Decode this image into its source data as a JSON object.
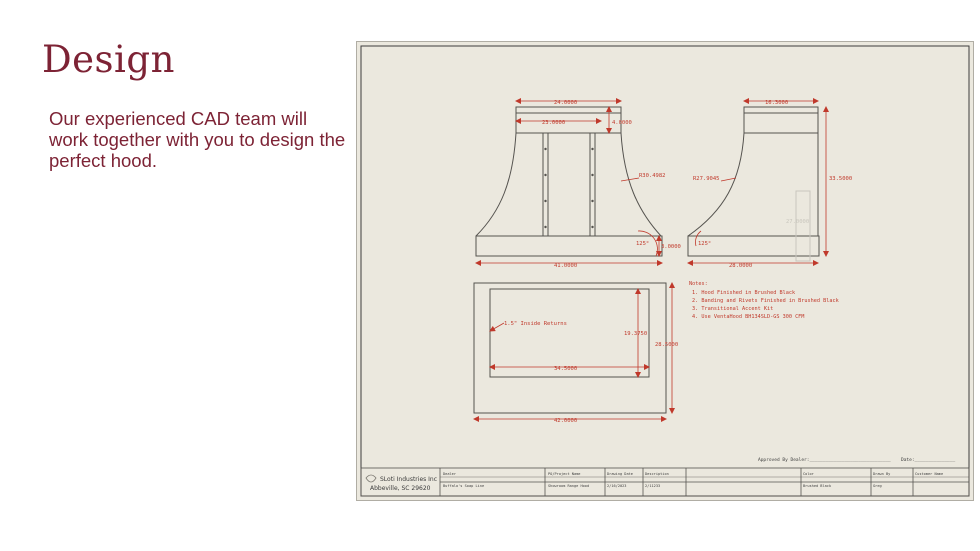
{
  "slide": {
    "title": "Design",
    "body": "Our experienced CAD team will work together with you to design the perfect hood."
  },
  "drawing": {
    "dims": {
      "top_width": "24.0000",
      "inner_width": "23.0000",
      "collar_h": "4.0000",
      "radius_front": "R30.4982",
      "angle_front": "125°",
      "band_h": "3.0000",
      "bottom_width": "41.0000",
      "side_top": "16.3000",
      "height": "33.5000",
      "radius_side": "R27.9045",
      "angle_side": "125°",
      "side_bottom": "28.0000",
      "side_faint": "27.0000",
      "inside_return": "1.5\" Inside Returns",
      "plan_inner_depth": "19.3750",
      "plan_outer_depth": "28.5000",
      "plan_inner_width": "34.5000",
      "plan_outer_width": "42.0000"
    },
    "notes": {
      "heading": "Notes:",
      "items": [
        "1.   Hood Finished in Brushed Black",
        "2.   Banding and Rivets Finished in Brushed Black",
        "3.   Transitional Accent Kit",
        "4.   Use VentaHood BH134SLD-GS 300 CFM"
      ]
    },
    "approval": {
      "approved": "Approved  By Dealer:______________________________",
      "date": "Date:_______________"
    },
    "title_block": {
      "company": "SLoti Industries Inc",
      "location": "Abbeville, SC 29620",
      "header_labels": [
        "Dealer",
        "PO/Project Name",
        "Drawing Date",
        "Description",
        "",
        "Color",
        "Drawn By",
        "Customer Name"
      ],
      "row_values": [
        "Buffalo's Soap Line",
        "Showroom Range Hood",
        "2/16/2023",
        "2/11233",
        "",
        "Brushed Black",
        "",
        "Greg"
      ]
    }
  }
}
